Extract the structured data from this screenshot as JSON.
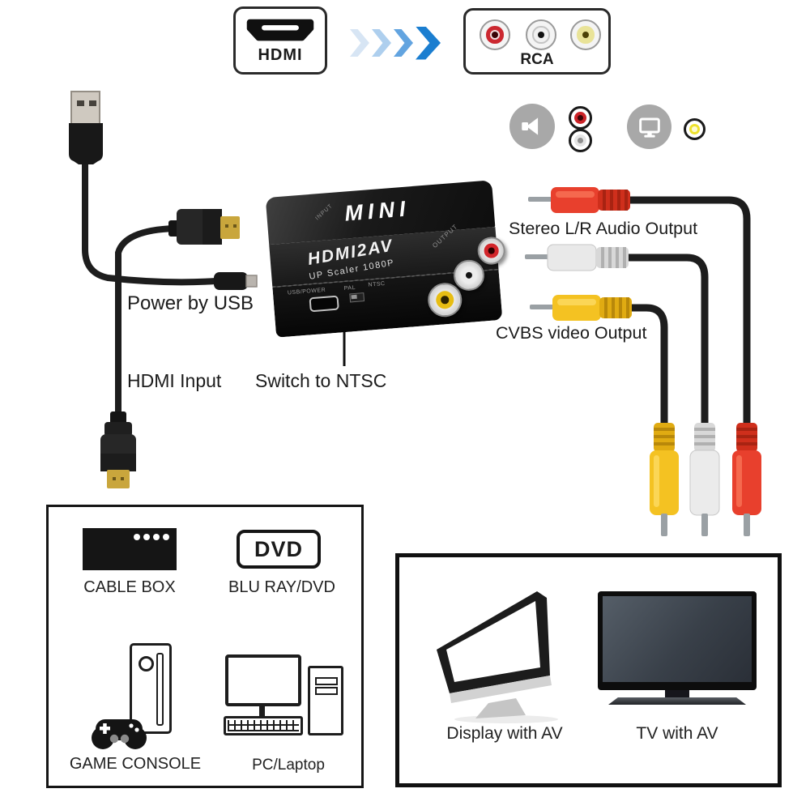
{
  "flow": {
    "hdmi_label": "HDMI",
    "rca_label": "RCA"
  },
  "device": {
    "brand": "MINI",
    "model": "HDMI2AV",
    "scaler": "UP Scaler 1080P",
    "input_label": "INPUT",
    "output_label": "OUTPUT",
    "usb_power_label": "USB/POWER",
    "pal_label": "PAL",
    "ntsc_label": "NTSC"
  },
  "callouts": {
    "power": "Power by USB",
    "hdmi_input": "HDMI Input",
    "ntsc_switch": "Switch to NTSC",
    "stereo": "Stereo L/R Audio Output",
    "cvbs": "CVBS video Output"
  },
  "sources_panel": {
    "cable_box": "CABLE BOX",
    "dvd_logo": "DVD",
    "blu_ray": "BLU RAY/DVD",
    "game_console": "GAME CONSOLE",
    "pc_laptop": "PC/Laptop"
  },
  "output_panel": {
    "display": "Display with AV",
    "tv": "TV with AV"
  },
  "legend_icons": [
    "speaker-icon",
    "rca-red-jack",
    "rca-white-jack",
    "display-icon",
    "rca-yellow-jack"
  ],
  "colors": {
    "rca_red": "#e8402d",
    "rca_white": "#e9e9e9",
    "rca_yellow": "#f4c222",
    "cable_black": "#1d1d1d",
    "device_black": "#141414",
    "chevron_blue_1": "#d7e5f4",
    "chevron_blue_2": "#aecfee",
    "chevron_blue_3": "#62a4e0",
    "chevron_blue_4": "#1b7ed0"
  }
}
